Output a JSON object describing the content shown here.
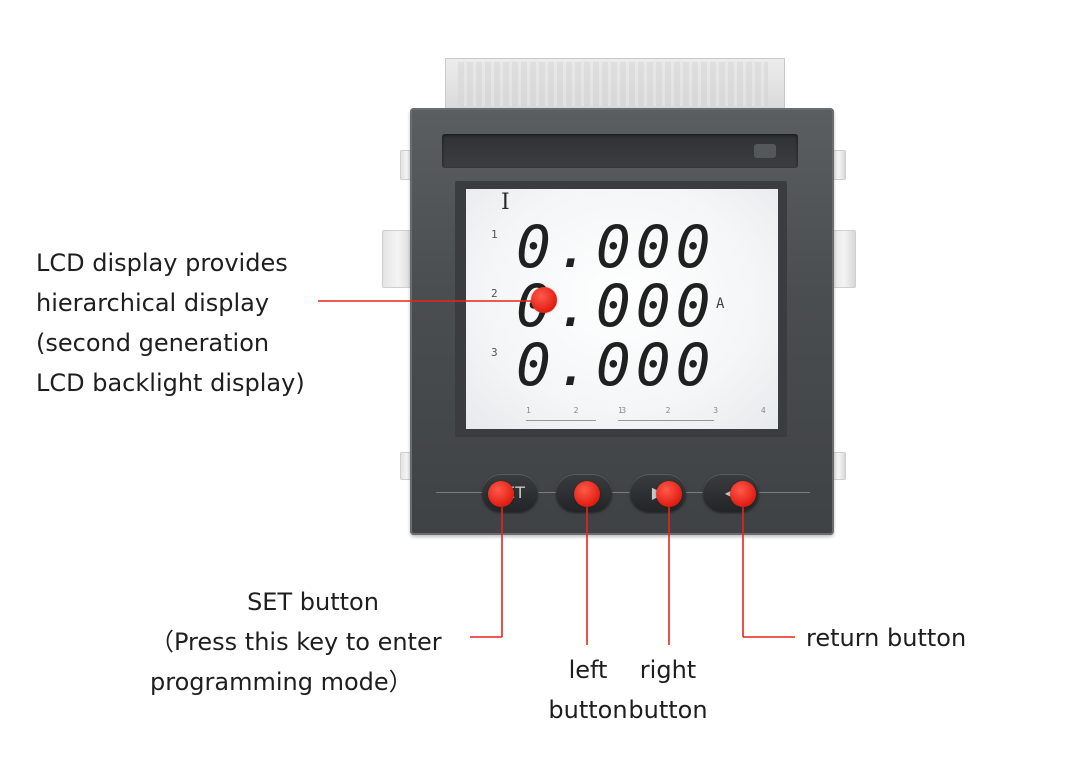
{
  "device": {
    "lcd": {
      "indicator": "I",
      "rows": [
        {
          "index": "1",
          "value": "0.000"
        },
        {
          "index": "2",
          "value": "0.000"
        },
        {
          "index": "3",
          "value": "0.000"
        }
      ],
      "unit": "A",
      "tick_group_left": "1 2 3",
      "tick_group_right": "1 2 3 4"
    },
    "keys": {
      "set_text": "SET",
      "left_glyph": "◀",
      "right_glyph": "▶",
      "return_glyph": "◀"
    }
  },
  "annotations": {
    "lcd": [
      "LCD display provides",
      "hierarchical display",
      "(second generation",
      "LCD backlight display)"
    ],
    "set": [
      "SET button",
      "（Press this key to enter",
      "programming mode）"
    ],
    "left": [
      "left",
      "button"
    ],
    "right": [
      "right",
      "button"
    ],
    "return": "return button"
  },
  "colors": {
    "leader": "#e8251a",
    "bezel": "#4a4d50",
    "dot": "#e11d12"
  }
}
